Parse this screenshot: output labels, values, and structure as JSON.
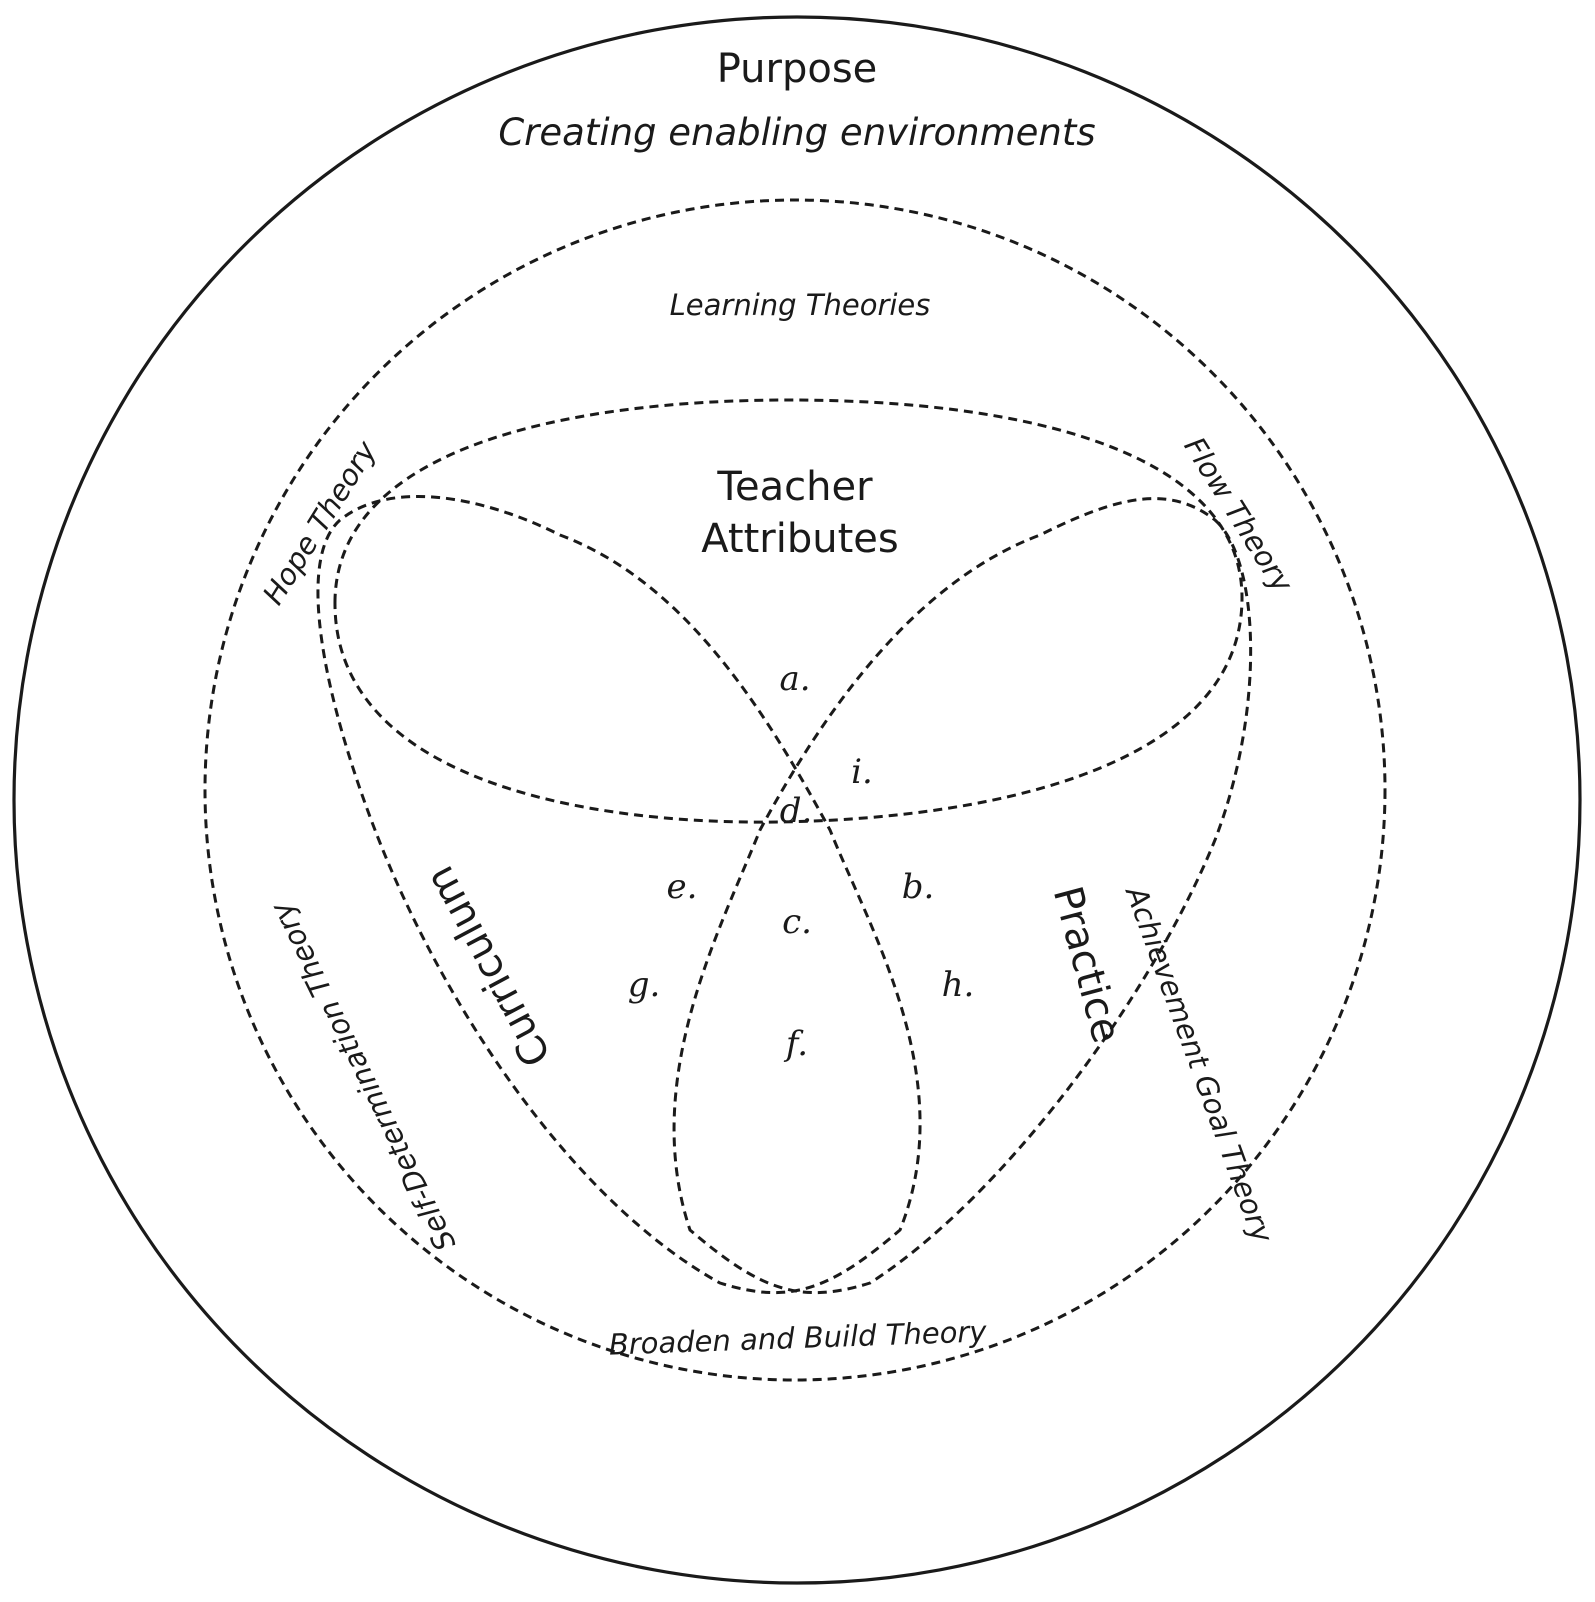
{
  "purpose": {
    "title": "Purpose",
    "subtitle": "Creating enabling environments"
  },
  "theories": {
    "learning": "Learning Theories",
    "hope": "Hope Theory",
    "flow": "Flow Theory",
    "self_determination": "Self-Determination Theory",
    "achievement_goal": "Achievement Goal Theory",
    "broaden_build": "Broaden and Build Theory"
  },
  "regions": {
    "teacher_line1": "Teacher",
    "teacher_line2": "Attributes",
    "curriculum": "Curriculum",
    "practice": "Practice"
  },
  "letters": {
    "a": "a.",
    "b": "b.",
    "c": "c.",
    "d": "d.",
    "e": "e.",
    "f": "f.",
    "g": "g.",
    "h": "h.",
    "i": "i."
  }
}
